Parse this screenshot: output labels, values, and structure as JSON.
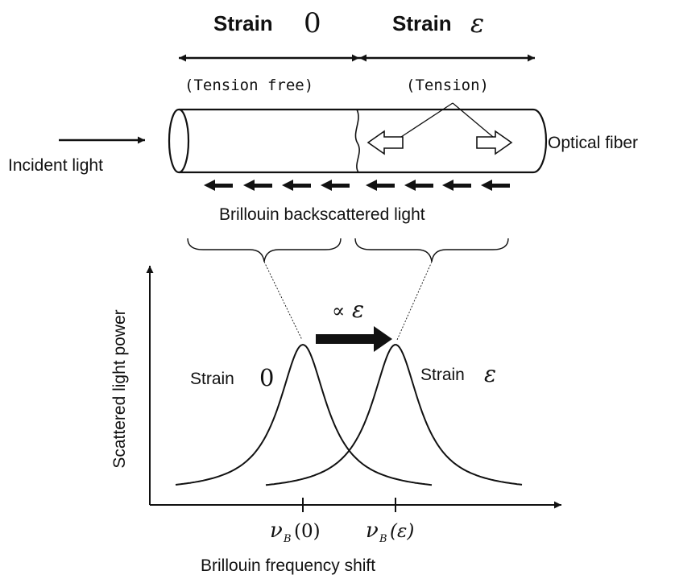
{
  "strain_zero_label": "Strain",
  "strain_zero_symbol": "0",
  "strain_eps_label": "Strain",
  "strain_eps_symbol": "ε",
  "tension_free_label": "(Tension free)",
  "tension_label": "(Tension)",
  "incident_light_label": "Incident light",
  "optical_fiber_label": "Optical fiber",
  "backscatter_label": "Brillouin backscattered light",
  "y_axis_label": "Scattered light power",
  "x_axis_label": "Brillouin frequency shift",
  "proportional_label": "∝",
  "proportional_symbol": "ε",
  "peak_zero_label": "Strain",
  "peak_zero_symbol": "0",
  "peak_eps_label": "Strain",
  "peak_eps_symbol": "ε",
  "tick_zero_nu": "ν",
  "tick_zero_sub": "B",
  "tick_zero_arg": "(0)",
  "tick_eps_nu": "ν",
  "tick_eps_sub": "B",
  "tick_eps_arg": "(ε)",
  "colors": {
    "ink": "#111111",
    "background": "#ffffff"
  }
}
